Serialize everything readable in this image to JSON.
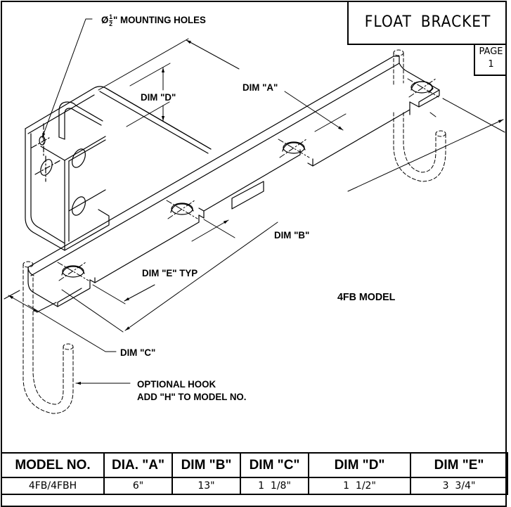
{
  "title_block": {
    "title": "FLOAT  BRACKET",
    "page_label": "PAGE",
    "page_number": "1"
  },
  "drawing": {
    "model_label": "4FB MODEL",
    "callouts": {
      "mounting_holes_prefix": "Ø",
      "mounting_holes_frac_num": "1",
      "mounting_holes_frac_den": "2",
      "mounting_holes_text": "\" MOUNTING HOLES",
      "dim_a": "DIM \"A\"",
      "dim_b": "DIM \"B\"",
      "dim_c": "DIM \"C\"",
      "dim_d": "DIM \"D\"",
      "dim_e": "DIM \"E\" TYP",
      "optional_hook_line1": "OPTIONAL HOOK",
      "optional_hook_line2": "ADD \"H\" TO MODEL NO."
    }
  },
  "spec_table": {
    "headers": [
      "MODEL NO.",
      "DIA. \"A\"",
      "DIM \"B\"",
      "DIM \"C\"",
      "DIM \"D\"",
      "DIM \"E\""
    ],
    "rows": [
      [
        "4FB/4FBH",
        "6\"",
        "13\"",
        "1  1/8\"",
        "1  1/2\"",
        "3  3/4\""
      ]
    ]
  }
}
